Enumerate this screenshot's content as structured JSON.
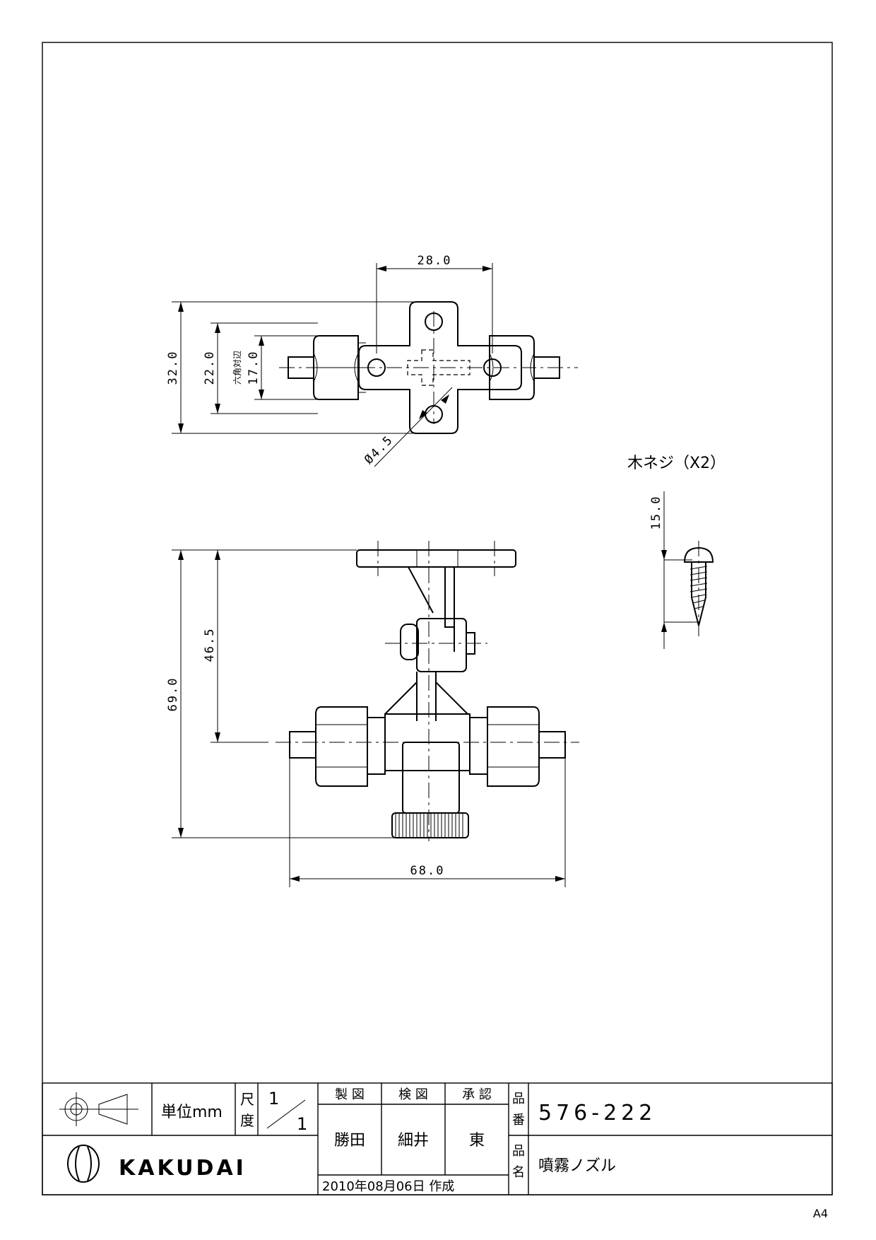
{
  "drawing": {
    "top_view": {
      "width_dim": "28.0",
      "height_dim": "32.0",
      "dim_22": "22.0",
      "hex_label": "六角対辺",
      "hex_dim": "17.0",
      "hole_dim": "Ø4.5"
    },
    "screw": {
      "label": "木ネジ（X2）",
      "length_dim": "15.0"
    },
    "front_view": {
      "height_dim": "69.0",
      "mid_dim": "46.5",
      "width_dim": "68.0"
    }
  },
  "title_block": {
    "projection_symbol": "third-angle-projection-icon",
    "unit_label": "単位mm",
    "scale_label_1": "尺",
    "scale_label_2": "度",
    "scale_value_num": "1",
    "scale_value_den": "1",
    "made_label": "製 図",
    "check_label": "検 図",
    "approve_label": "承 認",
    "made_name": "勝田",
    "check_name": "細井",
    "approve_name": "東",
    "date": "2010年08月06日 作成",
    "part_no_label_1": "品",
    "part_no_label_2": "番",
    "part_no": "576-222",
    "part_name_label_1": "品",
    "part_name_label_2": "名",
    "part_name": "噴霧ノズル",
    "company": "KAKUDAI"
  },
  "paper_size": "A4"
}
